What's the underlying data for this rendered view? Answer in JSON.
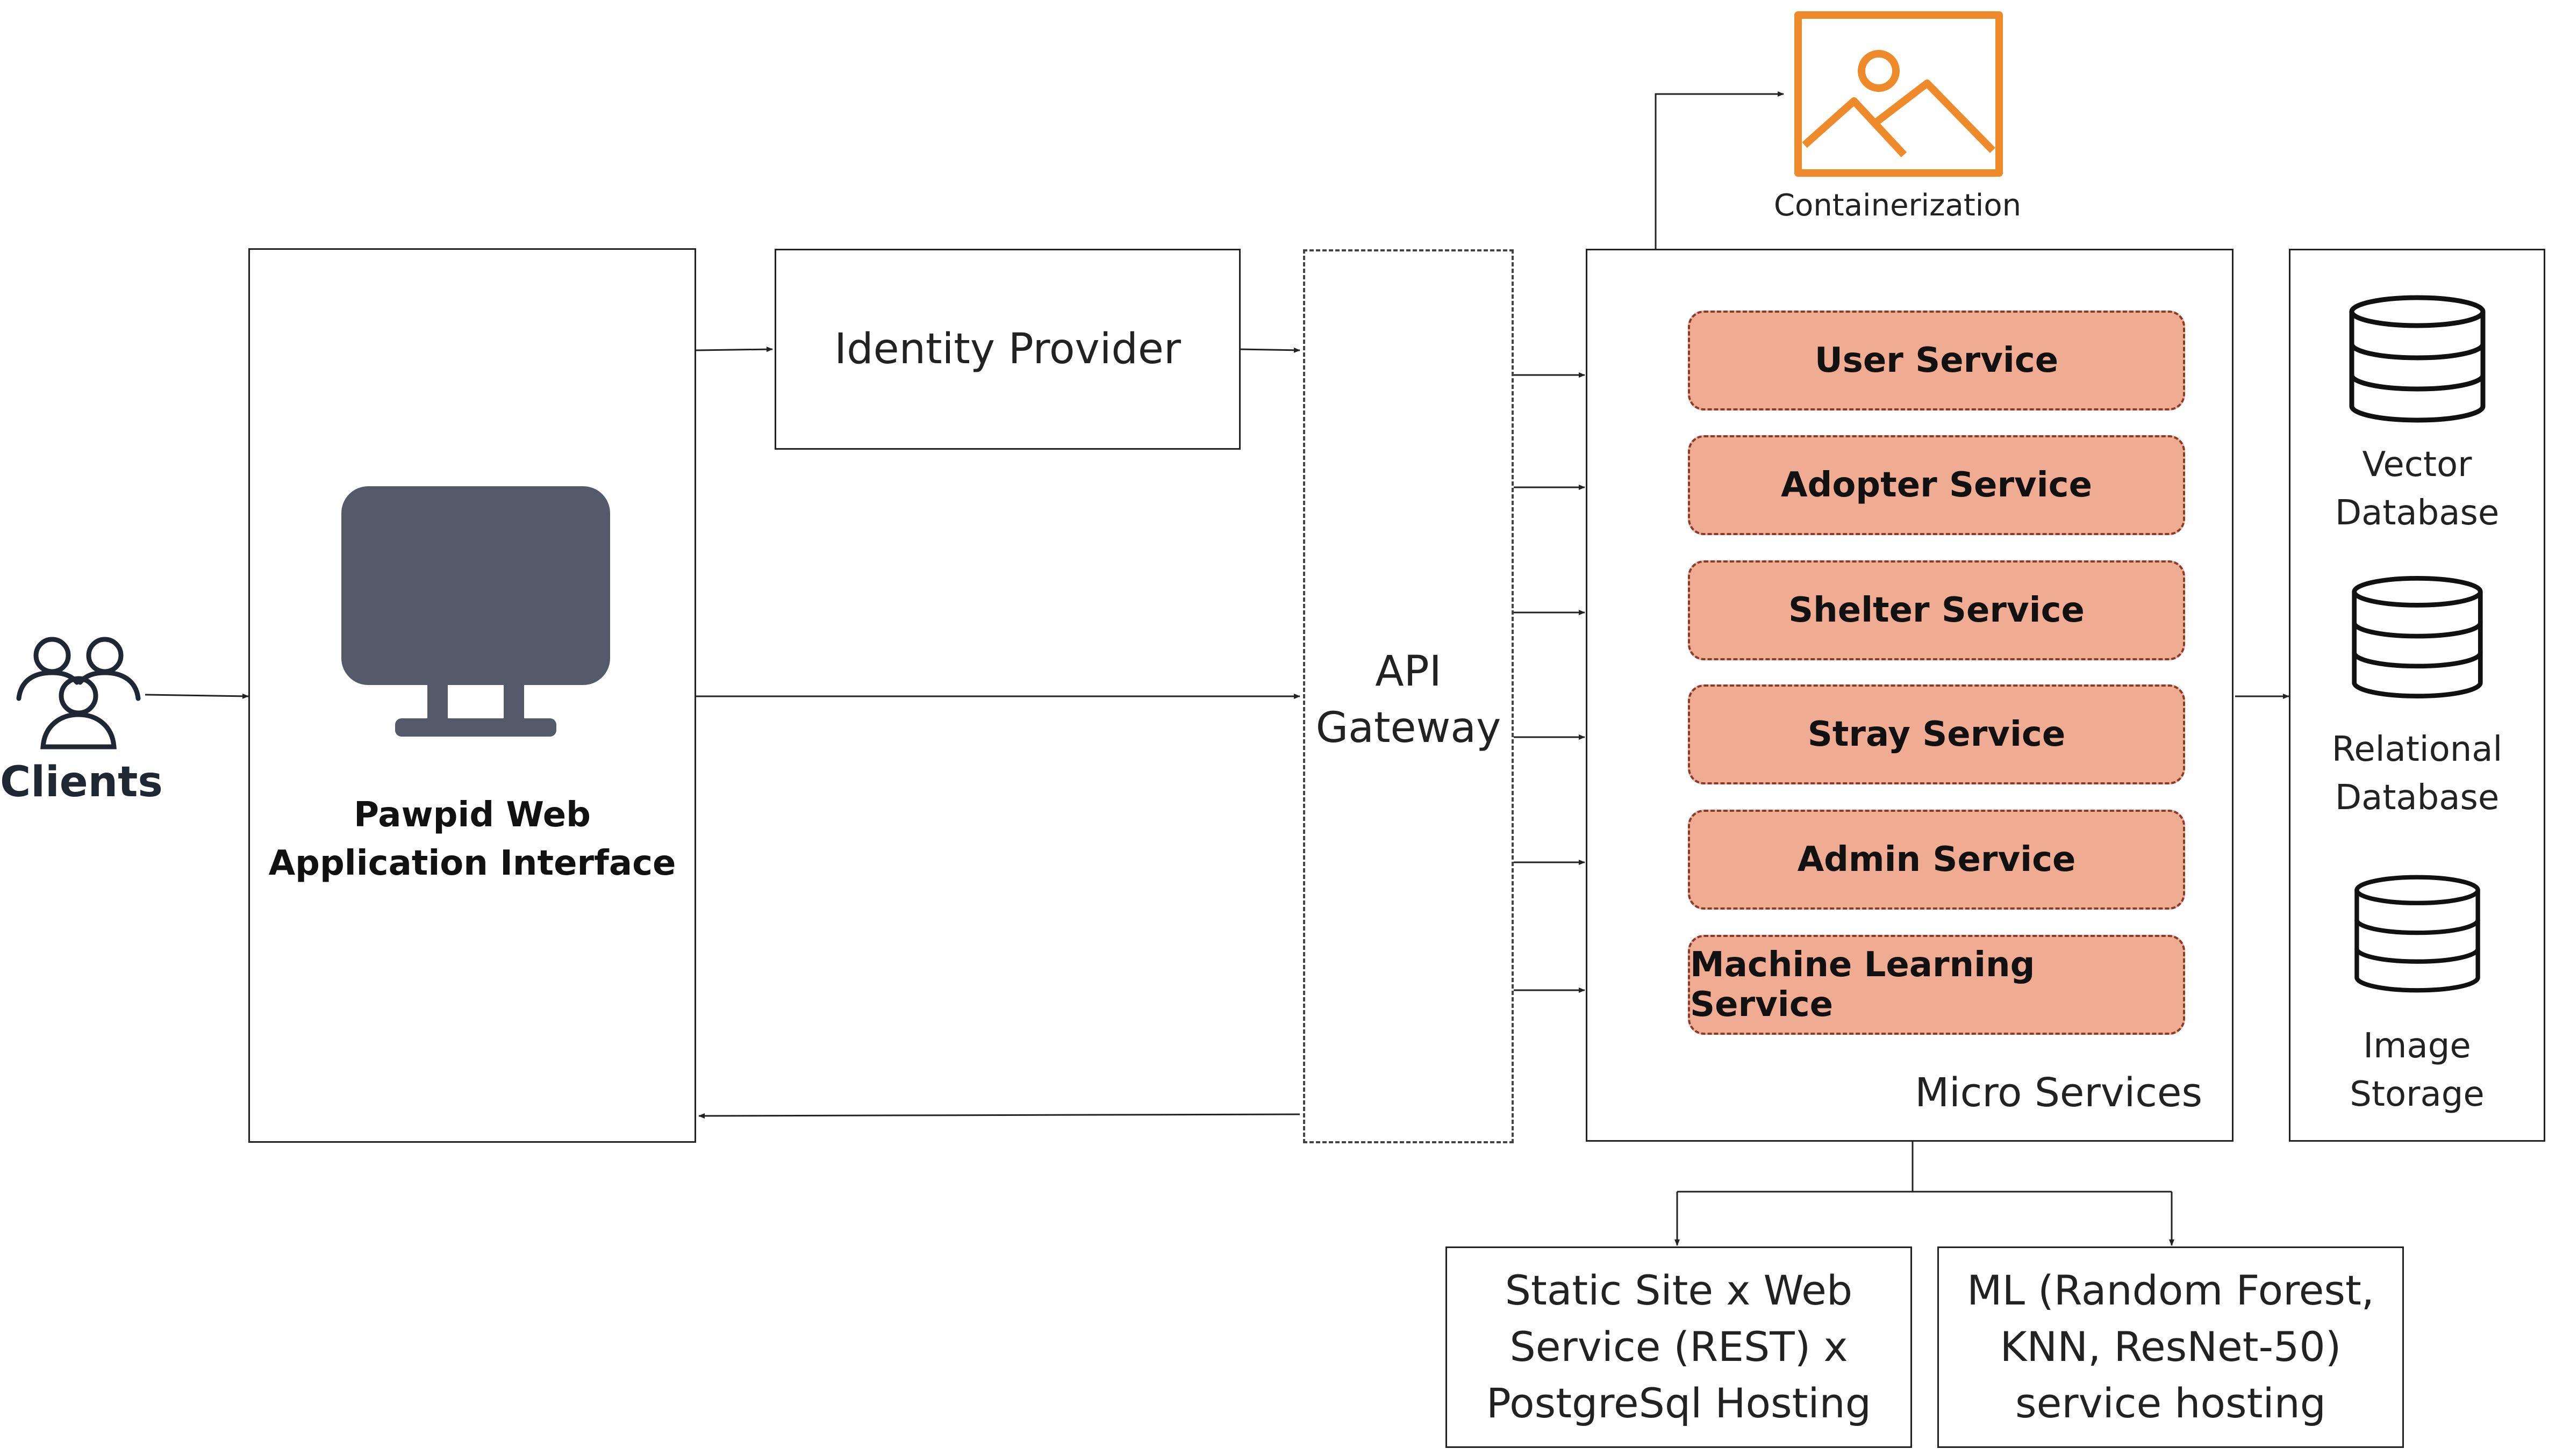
{
  "clients": {
    "label": "Clients",
    "icon": "users-icon"
  },
  "web_app": {
    "label_line1": "Pawpid Web",
    "label_line2": "Application Interface",
    "icon": "monitor-icon"
  },
  "identity_provider": {
    "label": "Identity Provider"
  },
  "api_gateway": {
    "label_line1": "API",
    "label_line2": "Gateway"
  },
  "containerization": {
    "label": "Containerization",
    "icon": "image-icon",
    "accent_color": "#ee8a2a"
  },
  "micro_services": {
    "label": "Micro Services",
    "service_fill": "#f0ac92",
    "items": [
      {
        "label": "User Service"
      },
      {
        "label": "Adopter Service"
      },
      {
        "label": "Shelter Service"
      },
      {
        "label": "Stray Service"
      },
      {
        "label": "Admin Service"
      },
      {
        "label": "Machine Learning Service"
      }
    ]
  },
  "storage": {
    "items": [
      {
        "line1": "Vector",
        "line2": "Database",
        "icon": "database-icon"
      },
      {
        "line1": "Relational",
        "line2": "Database",
        "icon": "database-icon"
      },
      {
        "line1": "Image",
        "line2": "Storage",
        "icon": "database-icon"
      }
    ]
  },
  "hosting": {
    "static": {
      "line1": "Static Site x Web",
      "line2": "Service (REST) x",
      "line3": "PostgreSql Hosting"
    },
    "ml": {
      "line1": "ML (Random Forest,",
      "line2": "KNN, ResNet-50)",
      "line3": "service hosting"
    }
  }
}
